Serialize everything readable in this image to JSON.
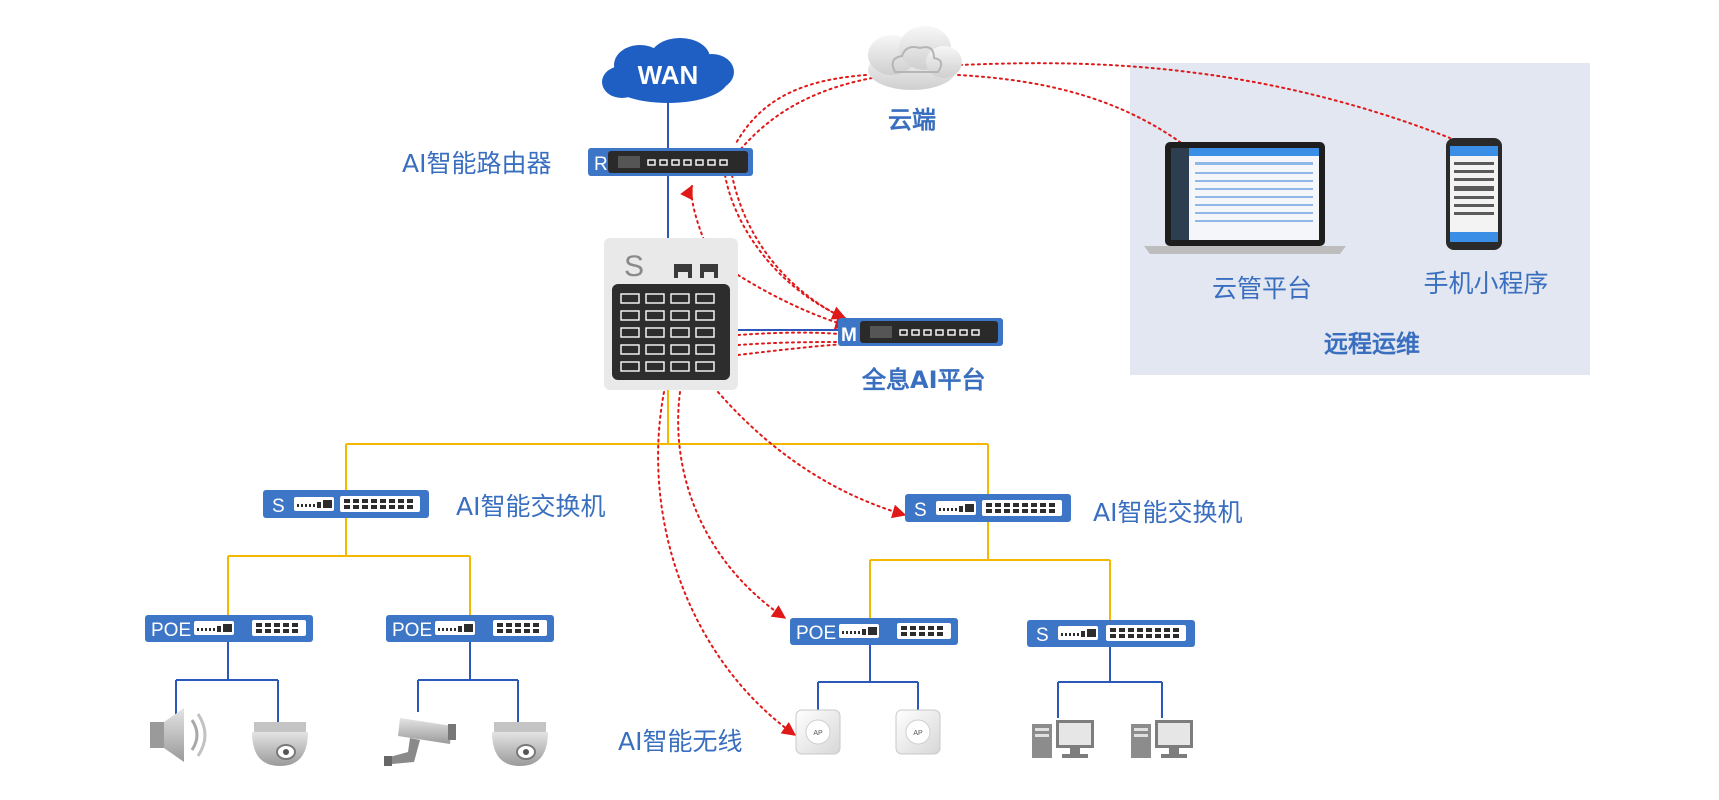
{
  "labels": {
    "wan": "WAN",
    "cloud": "云端",
    "router": "AI智能路由器",
    "core_switch_letter": "S",
    "router_letter": "R",
    "manager_letter": "M",
    "manager": "全息AI平台",
    "switch_left": "AI智能交换机",
    "switch_right": "AI智能交换机",
    "wireless": "AI智能无线",
    "remote_cloud_platform": "云管平台",
    "remote_mini_program": "手机小程序",
    "remote_ops": "远程运维"
  },
  "devices": {
    "switch_left_letter": "S",
    "switch_right_letter": "S",
    "poe1": "POE",
    "poe2": "POE",
    "poe3": "POE",
    "switch_pc_letter": "S",
    "ap_label": "AP"
  },
  "colors": {
    "label_blue": "#3a6fc0",
    "device_blue": "#3e76c7",
    "trunk_yellow": "#f5b800",
    "link_blue": "#2b58b8",
    "ai_red": "#e01818",
    "remote_panel": "#e2e7f1"
  },
  "icons": {
    "cloud": "cloud-icon",
    "wan": "wan-cloud-icon",
    "speaker": "speaker-icon",
    "dome_camera": "dome-camera-icon",
    "bullet_camera": "bullet-camera-icon",
    "access_point": "access-point-icon",
    "desktop_pc": "desktop-pc-icon",
    "laptop": "laptop-icon",
    "phone": "phone-icon"
  }
}
